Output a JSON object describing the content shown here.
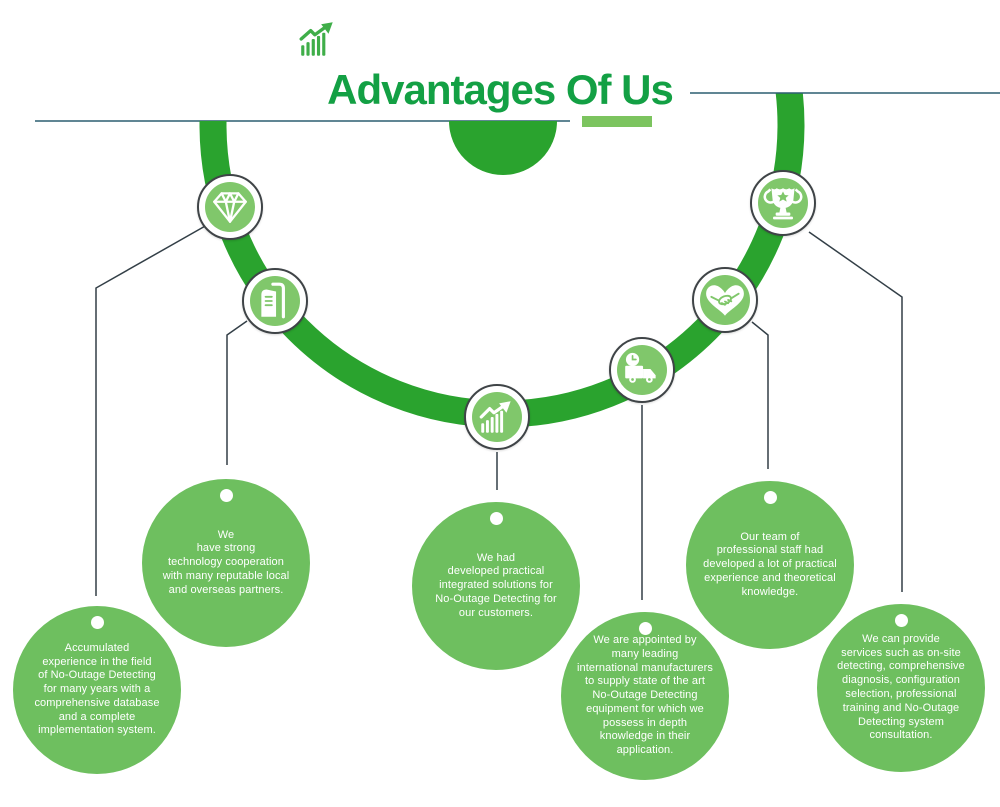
{
  "header": {
    "title": "Advantages Of Us",
    "title_icon": "growth-chart-icon",
    "title_color": "#13a044",
    "underline_color": "#7cc45f"
  },
  "diagram": {
    "arc_color": "#2aa32e",
    "tag_color": "#6ebf5f",
    "icon_circle_color": "#80c76b",
    "connector_color": "#333f47",
    "divider_color": "#2c5f70",
    "nodes": [
      {
        "icon": "diamond-icon",
        "text": "Accumulated\nexperience in the field\nof No-Outage Detecting\nfor many years with a\ncomprehensive database\nand a complete\nimplementation system."
      },
      {
        "icon": "building-icon",
        "text": "We\nhave strong\ntechnology cooperation\nwith many reputable local\nand overseas partners."
      },
      {
        "icon": "growth-chart-icon",
        "text": "We had\ndeveloped practical\nintegrated solutions for\nNo-Outage Detecting for\nour customers."
      },
      {
        "icon": "delivery-truck-icon",
        "text": "We are appointed by\nmany leading\ninternational manufacturers\nto supply state of the art\nNo-Outage Detecting\nequipment for which we\npossess in depth\nknowledge in their\napplication."
      },
      {
        "icon": "handshake-heart-icon",
        "text": "Our team of\nprofessional staff had\ndeveloped a lot of practical\nexperience and theoretical\nknowledge."
      },
      {
        "icon": "trophy-icon",
        "text": "We can provide\nservices such as on-site\ndetecting, comprehensive\ndiagnosis, configuration\nselection, professional\ntraining and No-Outage\nDetecting system\nconsultation."
      }
    ]
  }
}
